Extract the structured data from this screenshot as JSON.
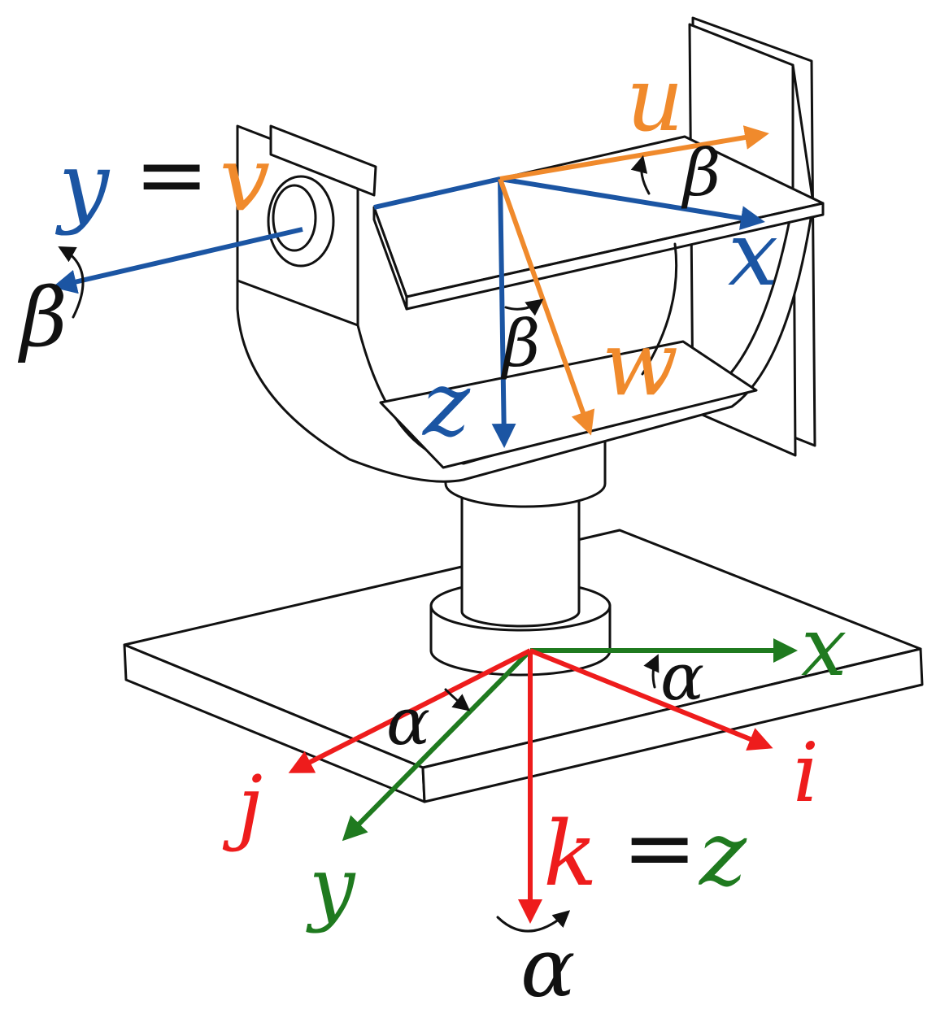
{
  "colors": {
    "base_frame_axes": "#1f7a1f",
    "rotated_base_axes": "#ee1c1c",
    "cradle_frame_axes": "#1b55a3",
    "rotated_cradle_axes": "#f08a2c",
    "outline": "#111111",
    "angle_text": "#111111"
  },
  "labels": {
    "top_y": "y",
    "top_eq": "=",
    "top_v": "v",
    "top_u": "u",
    "top_beta_u": "β",
    "top_x": "x",
    "top_beta_left": "β",
    "top_beta_mid": "β",
    "top_w": "w",
    "top_z": "z",
    "base_x": "x",
    "base_alpha_right": "α",
    "base_alpha_left": "α",
    "base_j": "j",
    "base_i": "i",
    "base_y": "y",
    "base_k": "k",
    "base_eq": "=",
    "base_z": "z",
    "base_alpha_bottom": "α"
  }
}
